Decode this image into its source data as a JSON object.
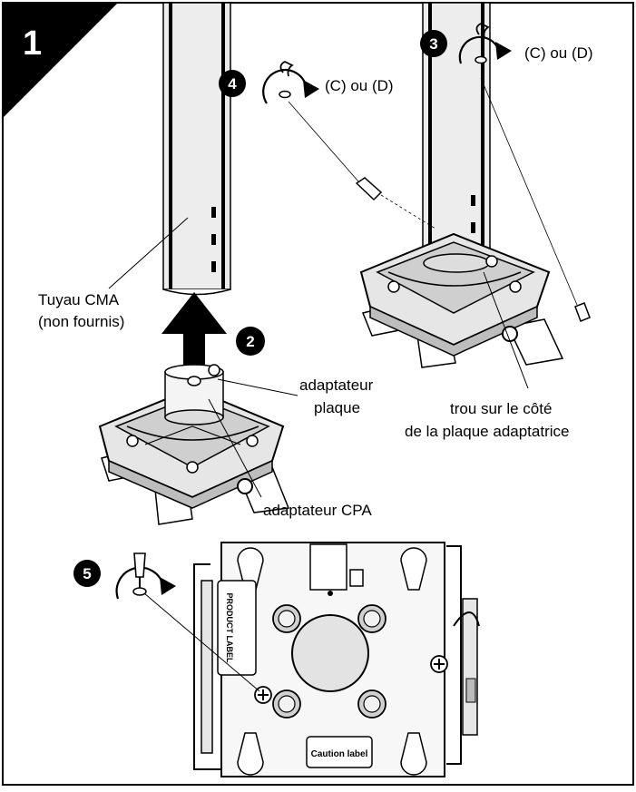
{
  "step_number": "1",
  "badges": {
    "b2": "2",
    "b3": "3",
    "b4": "4",
    "b5": "5"
  },
  "labels": {
    "c_ou_d_top_right": "(C) ou (D)",
    "c_ou_d_top_middle": "(C) ou (D)",
    "tuyau_line1": "Tuyau CMA",
    "tuyau_line2": "(non fournis)",
    "adaptateur_plaque_line1": "adaptateur",
    "adaptateur_plaque_line2": "plaque",
    "trou_line1": "trou sur le côté",
    "trou_line2": "de la plaque adaptatrice",
    "adaptateur_cpa": "adaptateur CPA",
    "product_label": "PRODUCT LABEL",
    "caution_label": "Caution label"
  },
  "icons": [
    "rotate-clockwise-icon",
    "screwdriver-icon",
    "arrow-up-icon",
    "screw-icon"
  ],
  "colors": {
    "ink": "#000000",
    "paper": "#ffffff",
    "pipe_fill": "#ececec",
    "part_fill": "#d9d9d9"
  }
}
